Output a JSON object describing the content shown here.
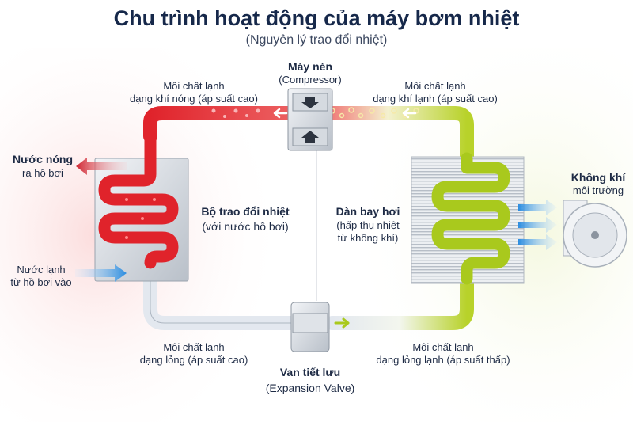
{
  "title": "Chu trình hoạt động của máy bơm nhiệt",
  "subtitle": "(Nguyên lý trao đổi nhiệt)",
  "compressor": {
    "name": "Máy nén",
    "english": "(Compressor)"
  },
  "expansion_valve": {
    "name": "Van tiết lưu",
    "english": "(Expansion Valve)"
  },
  "hot_side": {
    "refrigerant_top": [
      "Môi chất lạnh",
      "dạng khí nóng (áp suất cao)"
    ],
    "refrigerant_bottom": [
      "Môi chất lạnh",
      "dạng lỏng (áp suất cao)"
    ],
    "exchanger_title": "Bộ trao đổi nhiệt",
    "exchanger_sub": "(với nước hồ bơi)",
    "hot_water_out": [
      "Nước nóng",
      "ra hồ bơi"
    ],
    "cold_water_in": [
      "Nước lạnh",
      "từ hồ bơi vào"
    ]
  },
  "cold_side": {
    "refrigerant_top": [
      "Môi chất lạnh",
      "dạng khí lạnh (áp suất cao)"
    ],
    "refrigerant_bottom": [
      "Môi chất lạnh",
      "dạng lỏng lạnh (áp suất thấp)"
    ],
    "evaporator_title": "Dàn bay hơi",
    "evaporator_sub": [
      "(hấp thụ nhiệt",
      "từ không khí)"
    ],
    "ambient_air": [
      "Không khí",
      "môi trường"
    ]
  },
  "colors": {
    "hot": "#e0232b",
    "cold": "#a9c91d",
    "pipe_light": "#e8edf3",
    "arrow_blue": "#2b8de0",
    "arrow_red": "#cf2430",
    "title": "#16284a"
  }
}
